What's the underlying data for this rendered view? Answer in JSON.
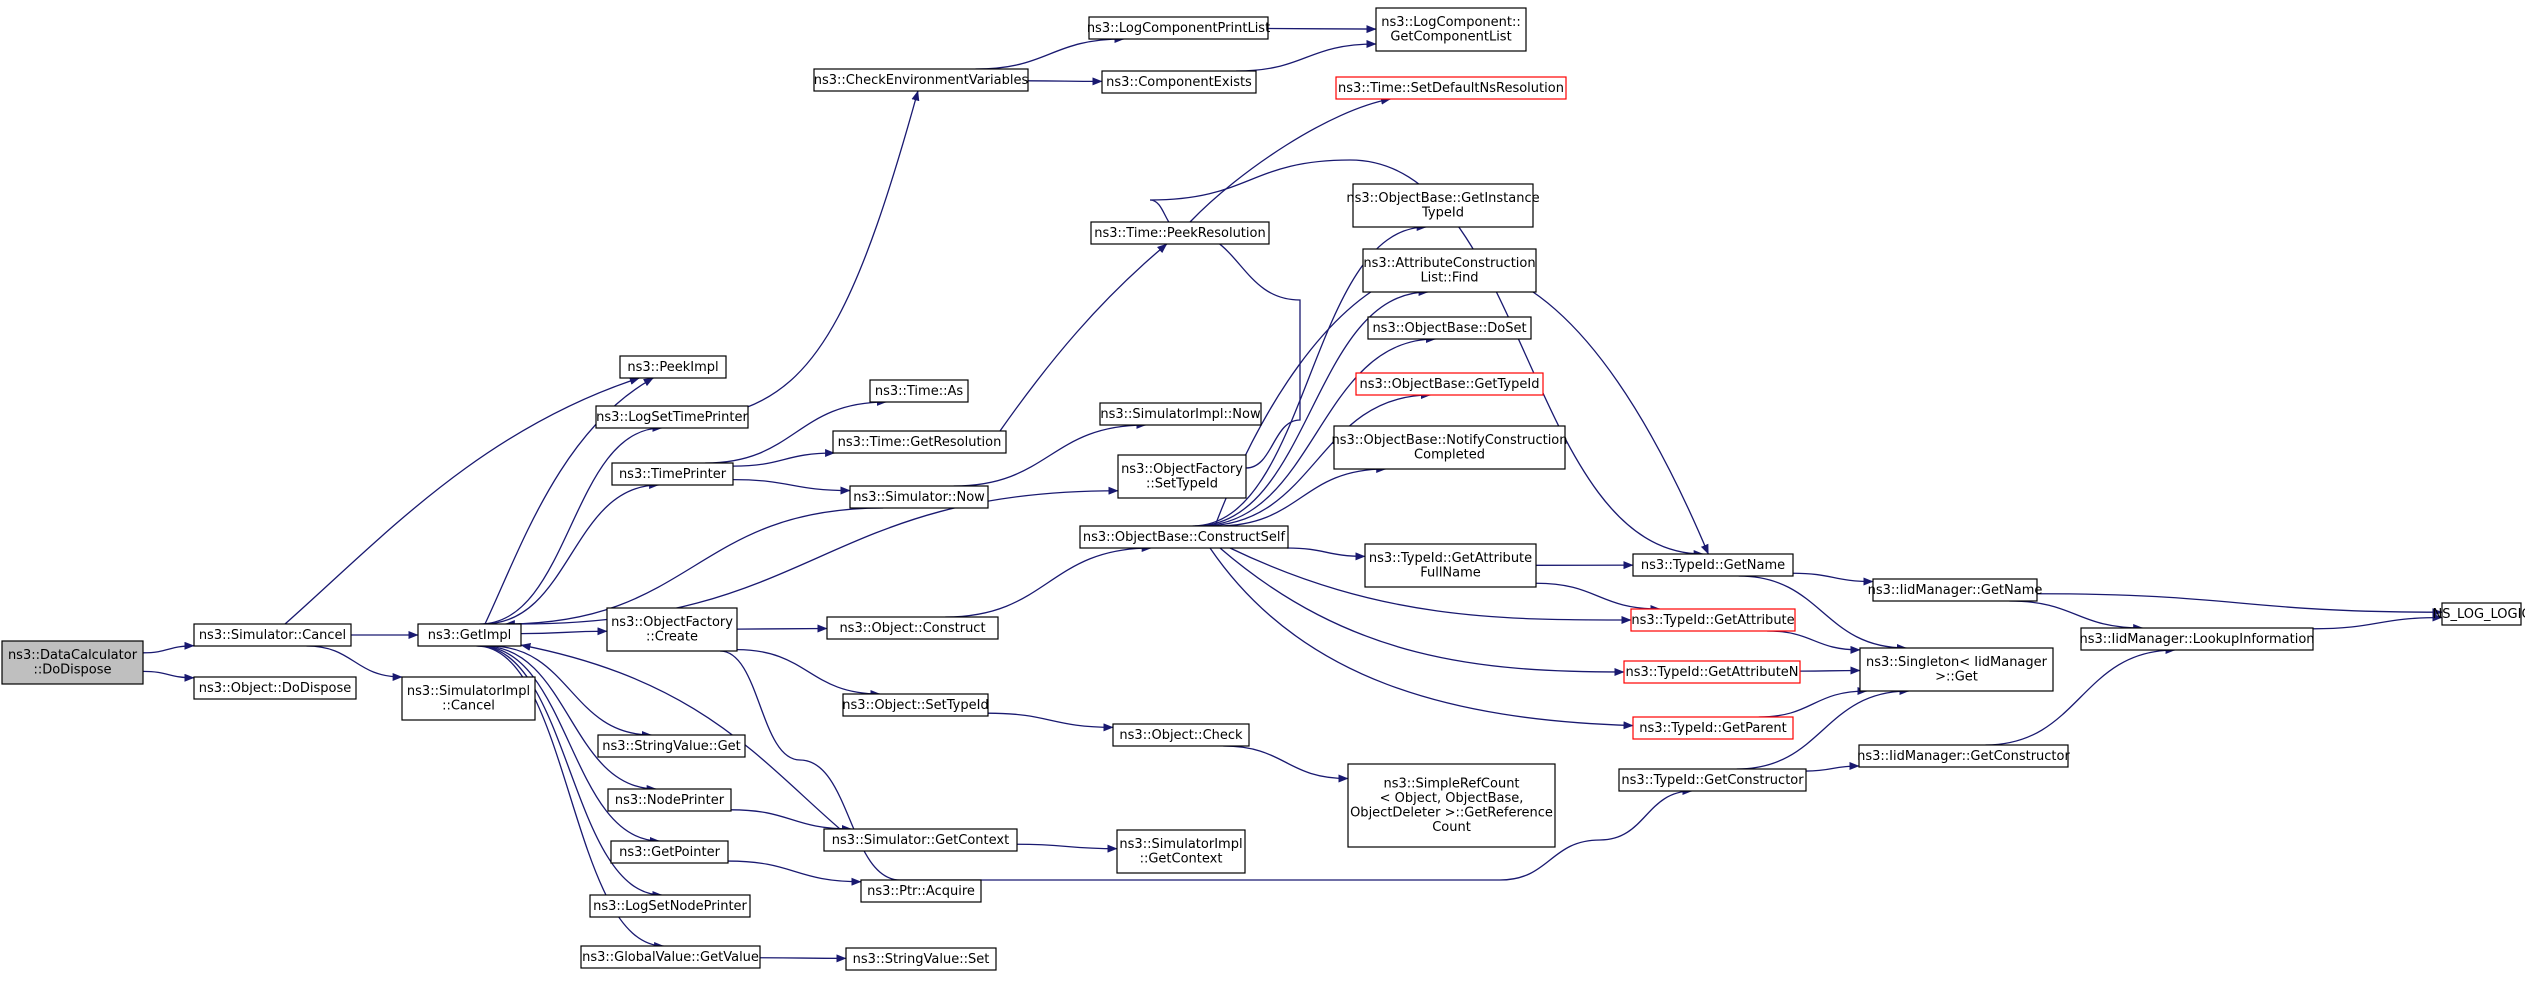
{
  "graph": {
    "accent_color": "#191970",
    "root": "n0",
    "nodes": [
      {
        "id": "n0",
        "lines": [
          "ns3::DataCalculator",
          "::DoDispose"
        ],
        "style": "root"
      },
      {
        "id": "n1",
        "lines": [
          "ns3::Simulator::Cancel"
        ]
      },
      {
        "id": "n2",
        "lines": [
          "ns3::Object::DoDispose"
        ]
      },
      {
        "id": "n3",
        "lines": [
          "ns3::GetImpl"
        ]
      },
      {
        "id": "n4",
        "lines": [
          "ns3::SimulatorImpl",
          "::Cancel"
        ]
      },
      {
        "id": "n5",
        "lines": [
          "ns3::PeekImpl"
        ]
      },
      {
        "id": "n6",
        "lines": [
          "ns3::LogSetTimePrinter"
        ]
      },
      {
        "id": "n7",
        "lines": [
          "ns3::TimePrinter"
        ]
      },
      {
        "id": "n8",
        "lines": [
          "ns3::ObjectFactory",
          "::Create"
        ]
      },
      {
        "id": "n9",
        "lines": [
          "ns3::StringValue::Get"
        ]
      },
      {
        "id": "n10",
        "lines": [
          "ns3::NodePrinter"
        ]
      },
      {
        "id": "n11",
        "lines": [
          "ns3::GetPointer"
        ]
      },
      {
        "id": "n12",
        "lines": [
          "ns3::LogSetNodePrinter"
        ]
      },
      {
        "id": "n13",
        "lines": [
          "ns3::GlobalValue::GetValue"
        ]
      },
      {
        "id": "n14",
        "lines": [
          "ns3::CheckEnvironmentVariables"
        ]
      },
      {
        "id": "n15",
        "lines": [
          "ns3::Time::As"
        ]
      },
      {
        "id": "n16",
        "lines": [
          "ns3::Time::GetResolution"
        ]
      },
      {
        "id": "n17",
        "lines": [
          "ns3::Simulator::Now"
        ]
      },
      {
        "id": "n18",
        "lines": [
          "ns3::Object::Construct"
        ]
      },
      {
        "id": "n19",
        "lines": [
          "ns3::Object::SetTypeId"
        ]
      },
      {
        "id": "n20",
        "lines": [
          "ns3::Simulator::GetContext"
        ]
      },
      {
        "id": "n21",
        "lines": [
          "ns3::Ptr::Acquire"
        ]
      },
      {
        "id": "n22",
        "lines": [
          "ns3::StringValue::Set"
        ]
      },
      {
        "id": "n23",
        "lines": [
          "ns3::LogComponentPrintList"
        ]
      },
      {
        "id": "n24",
        "lines": [
          "ns3::ComponentExists"
        ]
      },
      {
        "id": "n25",
        "lines": [
          "ns3::Time::PeekResolution"
        ]
      },
      {
        "id": "n26",
        "lines": [
          "ns3::SimulatorImpl::Now"
        ]
      },
      {
        "id": "n27",
        "lines": [
          "ns3::ObjectFactory",
          "::SetTypeId"
        ]
      },
      {
        "id": "n28",
        "lines": [
          "ns3::ObjectBase::ConstructSelf"
        ]
      },
      {
        "id": "n29",
        "lines": [
          "ns3::Object::Check"
        ]
      },
      {
        "id": "n30",
        "lines": [
          "ns3::SimulatorImpl",
          "::GetContext"
        ]
      },
      {
        "id": "n31",
        "lines": [
          "ns3::LogComponent::",
          "GetComponentList"
        ]
      },
      {
        "id": "n32",
        "lines": [
          "ns3::Time::SetDefaultNsResolution"
        ],
        "style": "red"
      },
      {
        "id": "n33",
        "lines": [
          "ns3::ObjectBase::GetInstance",
          "TypeId"
        ]
      },
      {
        "id": "n34",
        "lines": [
          "ns3::AttributeConstruction",
          "List::Find"
        ]
      },
      {
        "id": "n35",
        "lines": [
          "ns3::ObjectBase::DoSet"
        ]
      },
      {
        "id": "n36",
        "lines": [
          "ns3::ObjectBase::GetTypeId"
        ],
        "style": "red"
      },
      {
        "id": "n37",
        "lines": [
          "ns3::ObjectBase::NotifyConstruction",
          "Completed"
        ]
      },
      {
        "id": "n38",
        "lines": [
          "ns3::TypeId::GetAttribute",
          "FullName"
        ]
      },
      {
        "id": "n39",
        "lines": [
          "ns3::SimpleRefCount",
          "< Object, ObjectBase,",
          "ObjectDeleter >::GetReference",
          "Count"
        ]
      },
      {
        "id": "n40",
        "lines": [
          "ns3::TypeId::GetName"
        ]
      },
      {
        "id": "n41",
        "lines": [
          "ns3::TypeId::GetAttribute"
        ],
        "style": "red"
      },
      {
        "id": "n42",
        "lines": [
          "ns3::TypeId::GetAttributeN"
        ],
        "style": "red"
      },
      {
        "id": "n43",
        "lines": [
          "ns3::TypeId::GetParent"
        ],
        "style": "red"
      },
      {
        "id": "n44",
        "lines": [
          "ns3::TypeId::GetConstructor"
        ]
      },
      {
        "id": "n45",
        "lines": [
          "ns3::Singleton< IidManager",
          ">::Get"
        ]
      },
      {
        "id": "n46",
        "lines": [
          "ns3::IidManager::GetName"
        ]
      },
      {
        "id": "n47",
        "lines": [
          "ns3::IidManager::GetConstructor"
        ]
      },
      {
        "id": "n48",
        "lines": [
          "ns3::IidManager::LookupInformation"
        ]
      },
      {
        "id": "n49",
        "lines": [
          "NS_LOG_LOGIC"
        ]
      }
    ],
    "edges": [
      [
        "n0",
        "n1"
      ],
      [
        "n0",
        "n2"
      ],
      [
        "n1",
        "n3"
      ],
      [
        "n1",
        "n4"
      ],
      [
        "n1",
        "n5"
      ],
      [
        "n3",
        "n5"
      ],
      [
        "n3",
        "n6"
      ],
      [
        "n3",
        "n7"
      ],
      [
        "n3",
        "n8"
      ],
      [
        "n3",
        "n9"
      ],
      [
        "n3",
        "n10"
      ],
      [
        "n3",
        "n11"
      ],
      [
        "n3",
        "n12"
      ],
      [
        "n3",
        "n13"
      ],
      [
        "n6",
        "n14"
      ],
      [
        "n7",
        "n15"
      ],
      [
        "n7",
        "n16"
      ],
      [
        "n7",
        "n17"
      ],
      [
        "n17",
        "n3"
      ],
      [
        "n17",
        "n26"
      ],
      [
        "n8",
        "n18"
      ],
      [
        "n8",
        "n19"
      ],
      [
        "n8",
        "n44"
      ],
      [
        "n3",
        "n27"
      ],
      [
        "n10",
        "n20"
      ],
      [
        "n20",
        "n3"
      ],
      [
        "n20",
        "n30"
      ],
      [
        "n11",
        "n21"
      ],
      [
        "n13",
        "n22"
      ],
      [
        "n14",
        "n23"
      ],
      [
        "n14",
        "n24"
      ],
      [
        "n23",
        "n31"
      ],
      [
        "n24",
        "n31"
      ],
      [
        "n16",
        "n25"
      ],
      [
        "n25",
        "n32"
      ],
      [
        "n18",
        "n28"
      ],
      [
        "n19",
        "n29"
      ],
      [
        "n29",
        "n39"
      ],
      [
        "n27",
        "n40"
      ],
      [
        "n28",
        "n33"
      ],
      [
        "n28",
        "n34"
      ],
      [
        "n28",
        "n35"
      ],
      [
        "n28",
        "n36"
      ],
      [
        "n28",
        "n37"
      ],
      [
        "n28",
        "n38"
      ],
      [
        "n28",
        "n40"
      ],
      [
        "n28",
        "n41"
      ],
      [
        "n28",
        "n42"
      ],
      [
        "n28",
        "n43"
      ],
      [
        "n38",
        "n40"
      ],
      [
        "n38",
        "n41"
      ],
      [
        "n40",
        "n45"
      ],
      [
        "n40",
        "n46"
      ],
      [
        "n41",
        "n45"
      ],
      [
        "n42",
        "n45"
      ],
      [
        "n43",
        "n45"
      ],
      [
        "n44",
        "n45"
      ],
      [
        "n44",
        "n47"
      ],
      [
        "n46",
        "n48"
      ],
      [
        "n46",
        "n49"
      ],
      [
        "n47",
        "n48"
      ],
      [
        "n48",
        "n49"
      ]
    ]
  }
}
